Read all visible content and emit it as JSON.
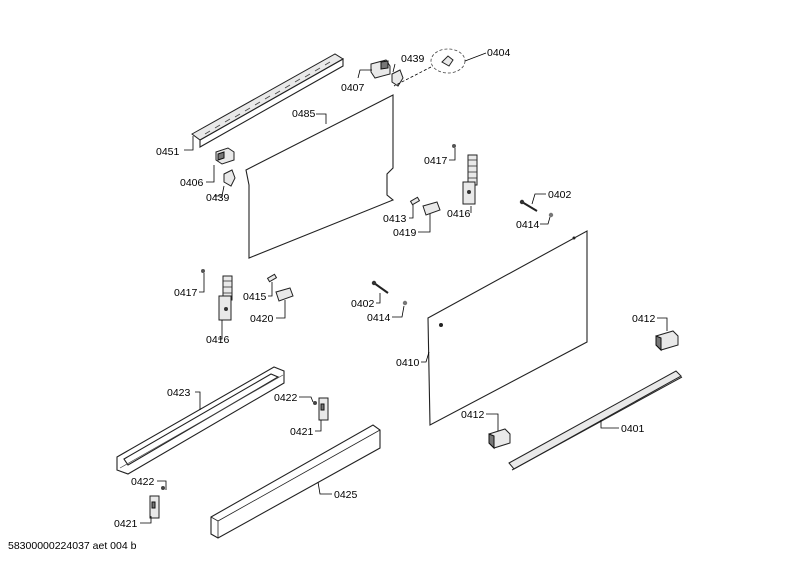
{
  "footer_code": "58300000224037 aet 004 b",
  "labels": {
    "l0404": "0404",
    "l0439a": "0439",
    "l0407": "0407",
    "l0485": "0485",
    "l0451": "0451",
    "l0406": "0406",
    "l0439b": "0439",
    "l0417a": "0417",
    "l0416a": "0416",
    "l0402a": "0402",
    "l0414a": "0414",
    "l0413": "0413",
    "l0419": "0419",
    "l0417b": "0417",
    "l0415": "0415",
    "l0420": "0420",
    "l0416b": "0416",
    "l0402b": "0402",
    "l0414b": "0414",
    "l0410": "0410",
    "l0412a": "0412",
    "l0412b": "0412",
    "l0401": "0401",
    "l0423": "0423",
    "l0422a": "0422",
    "l0421a": "0421",
    "l0422b": "0422",
    "l0421b": "0421",
    "l0425": "0425"
  }
}
